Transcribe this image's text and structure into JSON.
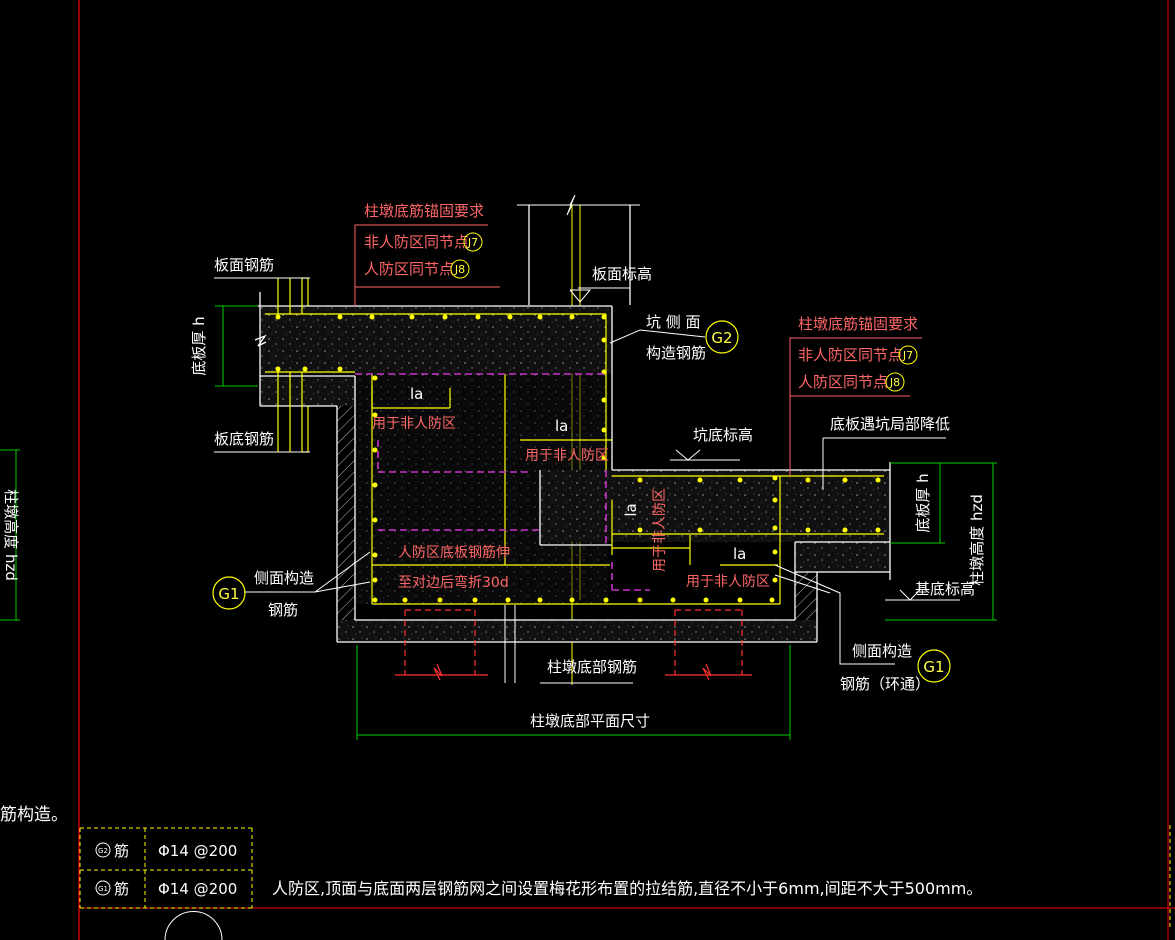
{
  "colors": {
    "background": "#000000",
    "frame": "#ff0000",
    "outline": "#ffffff",
    "rebar": "#ffff00",
    "callout": "#ff6666",
    "pit_rebar": "#cc33cc",
    "dimension": "#00cc00",
    "pile": "#ff3333"
  },
  "anchor_left": {
    "title": "柱墩底筋锚固要求",
    "line1": "非人防区同节点",
    "line1_ref": "J7",
    "line2": "人防区同节点",
    "line2_ref": "J8"
  },
  "anchor_right": {
    "title": "柱墩底筋锚固要求",
    "line1": "非人防区同节点",
    "line1_ref": "J7",
    "line2": "人防区同节点",
    "line2_ref": "J8"
  },
  "labels": {
    "top_rebar": "板面钢筋",
    "bottom_rebar": "板底钢筋",
    "slab_thickness": "底板厚 h",
    "slab_elevation": "板面标高",
    "pit_side_a": "坑 侧 面",
    "pit_side_b": "构造钢筋",
    "pit_bottom_elevation": "坑底标高",
    "slab_drop": "底板遇坑局部降低",
    "slab_thickness_right": "底板厚 h",
    "pier_height": "柱墩高度 hzd",
    "left_pier_height": "柱墩高度 hzd",
    "base_elevation": "基底标高",
    "side_rebar_left_a": "侧面构造",
    "side_rebar_left_b": "钢筋",
    "side_rebar_right_a": "侧面构造",
    "side_rebar_right_b": "钢筋（环通）",
    "pier_bottom_rebar": "柱墩底部钢筋",
    "pier_plan_size": "柱墩底部平面尺寸",
    "la": "la",
    "non_civil_1": "用于非人防区",
    "non_civil_2": "用于非人防区",
    "non_civil_3": "用于非人防区",
    "non_civil_4": "用于非人防区",
    "civil_extend_a": "人防区底板钢筋伸",
    "civil_extend_b": "至对边后弯折30d",
    "callout_g1": "G1",
    "callout_g2": "G2",
    "left_partial": "筋构造。"
  },
  "rebar_table": {
    "rows": [
      {
        "mark": "G2",
        "suffix": "筋",
        "spec": "Φ14 @200"
      },
      {
        "mark": "G1",
        "suffix": "筋",
        "spec": "Φ14 @200"
      }
    ]
  },
  "note": "人防区,顶面与底面两层钢筋网之间设置梅花形布置的拉结筋,直径不小于6mm,间距不大于500mm。"
}
